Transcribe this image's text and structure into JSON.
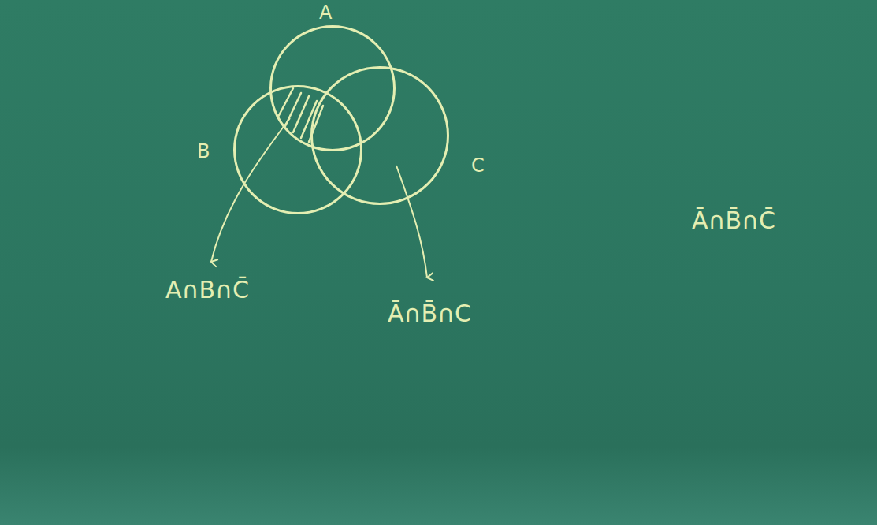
{
  "diagram": {
    "nodes": [
      {
        "text": [
          "A"
        ]
      },
      {
        "text": [
          "B"
        ]
      },
      {
        "text": [
          "C"
        ]
      }
    ],
    "labels": [
      "A∩B∩C̄",
      "Ā∩B̄∩C",
      "Ā∩B̄∩C̄"
    ]
  }
}
